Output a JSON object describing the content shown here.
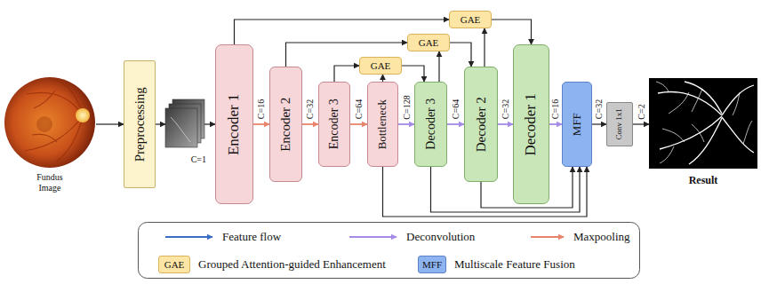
{
  "diagram": {
    "nodes": [
      {
        "text": [
          "Fundus Image"
        ]
      },
      {
        "text": [
          "Preprocessing"
        ]
      },
      {
        "text": [
          "C=1"
        ]
      },
      {
        "text": [
          "Encoder 1"
        ]
      },
      {
        "text": [
          "Encoder 2"
        ]
      },
      {
        "text": [
          "Encoder 3"
        ]
      },
      {
        "text": [
          "Bottleneck"
        ]
      },
      {
        "text": [
          "Decoder 3"
        ]
      },
      {
        "text": [
          "Decoder 2"
        ]
      },
      {
        "text": [
          "Decoder 1"
        ]
      },
      {
        "text": [
          "MFF"
        ]
      },
      {
        "text": [
          "Conv 1x1"
        ]
      },
      {
        "text": [
          "Result"
        ]
      },
      {
        "text": [
          "GAE"
        ]
      },
      {
        "text": [
          "GAE"
        ]
      },
      {
        "text": [
          "GAE"
        ]
      }
    ],
    "edges": [
      {
        "from": 0,
        "to": 1,
        "arrow": "to"
      },
      {
        "from": 1,
        "to": 2,
        "arrow": "to"
      },
      {
        "from": 2,
        "to": 3,
        "arrow": "to"
      },
      {
        "from": 3,
        "to": 4,
        "label": "C=16",
        "arrow": "to"
      },
      {
        "from": 4,
        "to": 5,
        "label": "C=32",
        "arrow": "to"
      },
      {
        "from": 5,
        "to": 6,
        "label": "C=64",
        "arrow": "to"
      },
      {
        "from": 6,
        "to": 7,
        "label": "C=128",
        "arrow": "to"
      },
      {
        "from": 7,
        "to": 8,
        "label": "C=64",
        "arrow": "to"
      },
      {
        "from": 8,
        "to": 9,
        "label": "C=32",
        "arrow": "to"
      },
      {
        "from": 9,
        "to": 10,
        "label": "C=16",
        "arrow": "to"
      },
      {
        "from": 10,
        "to": 11,
        "label": "C=32",
        "arrow": "to"
      },
      {
        "from": 11,
        "to": 12,
        "label": "C=2",
        "arrow": "to"
      },
      {
        "from": 3,
        "to": 13,
        "arrow": "to"
      },
      {
        "from": 13,
        "to": 9,
        "arrow": "to"
      },
      {
        "from": 8,
        "to": 13,
        "arrow": "to"
      },
      {
        "from": 4,
        "to": 14,
        "arrow": "to"
      },
      {
        "from": 14,
        "to": 8,
        "arrow": "to"
      },
      {
        "from": 7,
        "to": 14,
        "arrow": "to"
      },
      {
        "from": 5,
        "to": 15,
        "arrow": "to"
      },
      {
        "from": 15,
        "to": 7,
        "arrow": "to"
      },
      {
        "from": 6,
        "to": 15,
        "arrow": "to"
      },
      {
        "from": 6,
        "to": 10,
        "arrow": "to"
      },
      {
        "from": 7,
        "to": 10,
        "arrow": "to"
      },
      {
        "from": 8,
        "to": 10,
        "arrow": "to"
      }
    ],
    "labels": [
      "GAE",
      "MFF"
    ],
    "legend": [
      {
        "text": "Feature flow"
      },
      {
        "text": "Deconvolution"
      },
      {
        "text": "Maxpooling"
      },
      {
        "text": "Grouped Attention-guided Enhancement",
        "color": "#fce5a5"
      },
      {
        "text": "Multiscale Feature Fusion",
        "color": "#8db3f0"
      }
    ]
  }
}
